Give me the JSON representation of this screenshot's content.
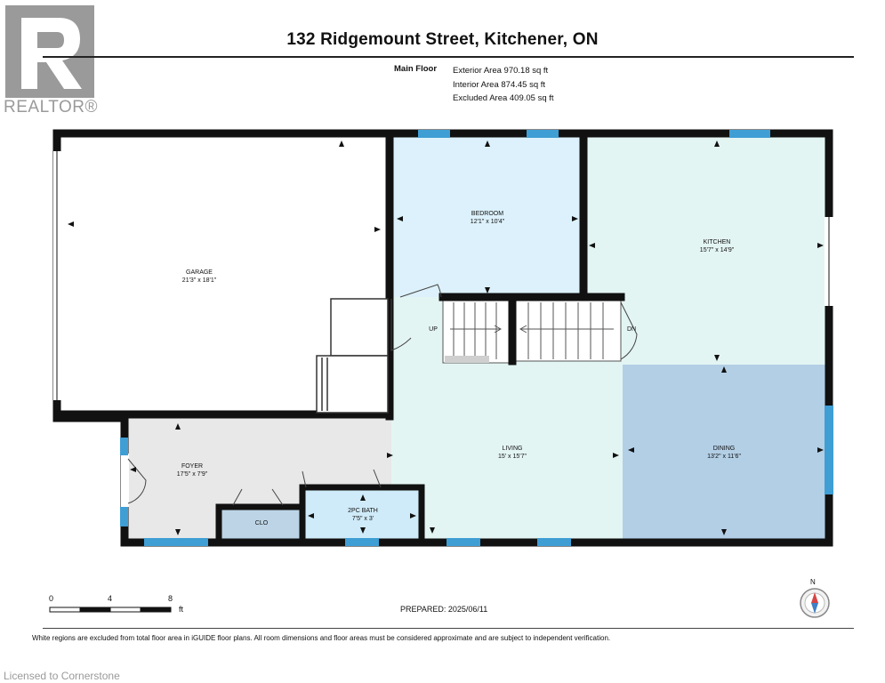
{
  "header": {
    "address": "132 Ridgemount Street, Kitchener, ON",
    "floor_label": "Main Floor",
    "exterior_area": "Exterior Area 970.18 sq ft",
    "interior_area": "Interior Area 874.45 sq ft",
    "excluded_area": "Excluded Area 409.05 sq ft"
  },
  "branding": {
    "realtor_text": "REALTOR®",
    "license_text": "Licensed to Cornerstone"
  },
  "rooms": {
    "garage": {
      "name": "GARAGE",
      "dims": "21'3\" x 18'1\""
    },
    "bedroom": {
      "name": "BEDROOM",
      "dims": "12'1\" x 10'4\""
    },
    "kitchen": {
      "name": "KITCHEN",
      "dims": "15'7\" x 14'9\""
    },
    "foyer": {
      "name": "FOYER",
      "dims": "17'5\" x 7'9\""
    },
    "living": {
      "name": "LIVING",
      "dims": "15' x 15'7\""
    },
    "dining": {
      "name": "DINING",
      "dims": "13'2\" x 11'6\""
    },
    "bath": {
      "name": "2PC BATH",
      "dims": "7'5\" x 3'"
    },
    "closet": {
      "name": "CLO"
    }
  },
  "stairs": {
    "up": "UP",
    "down": "DN"
  },
  "scale": {
    "t0": "0",
    "t1": "4",
    "t2": "8",
    "unit": "ft"
  },
  "compass": {
    "north": "N"
  },
  "prepared": "PREPARED: 2025/06/11",
  "disclaimer": "White regions are excluded from total floor area in iGUIDE floor plans. All room dimensions and floor areas must be considered approximate and are subject to independent verification.",
  "colors": {
    "wall": "#111111",
    "bedroom_fill": "#dcf1fb",
    "kitchen_fill": "#e3f5f3",
    "living_fill": "#e3f5f3",
    "dining_fill": "#b3cfe6",
    "foyer_fill": "#e8e8e8",
    "bath_fill": "#cfeaf8",
    "closet_fill": "#bcd4e6",
    "window": "#3f9ed4"
  }
}
